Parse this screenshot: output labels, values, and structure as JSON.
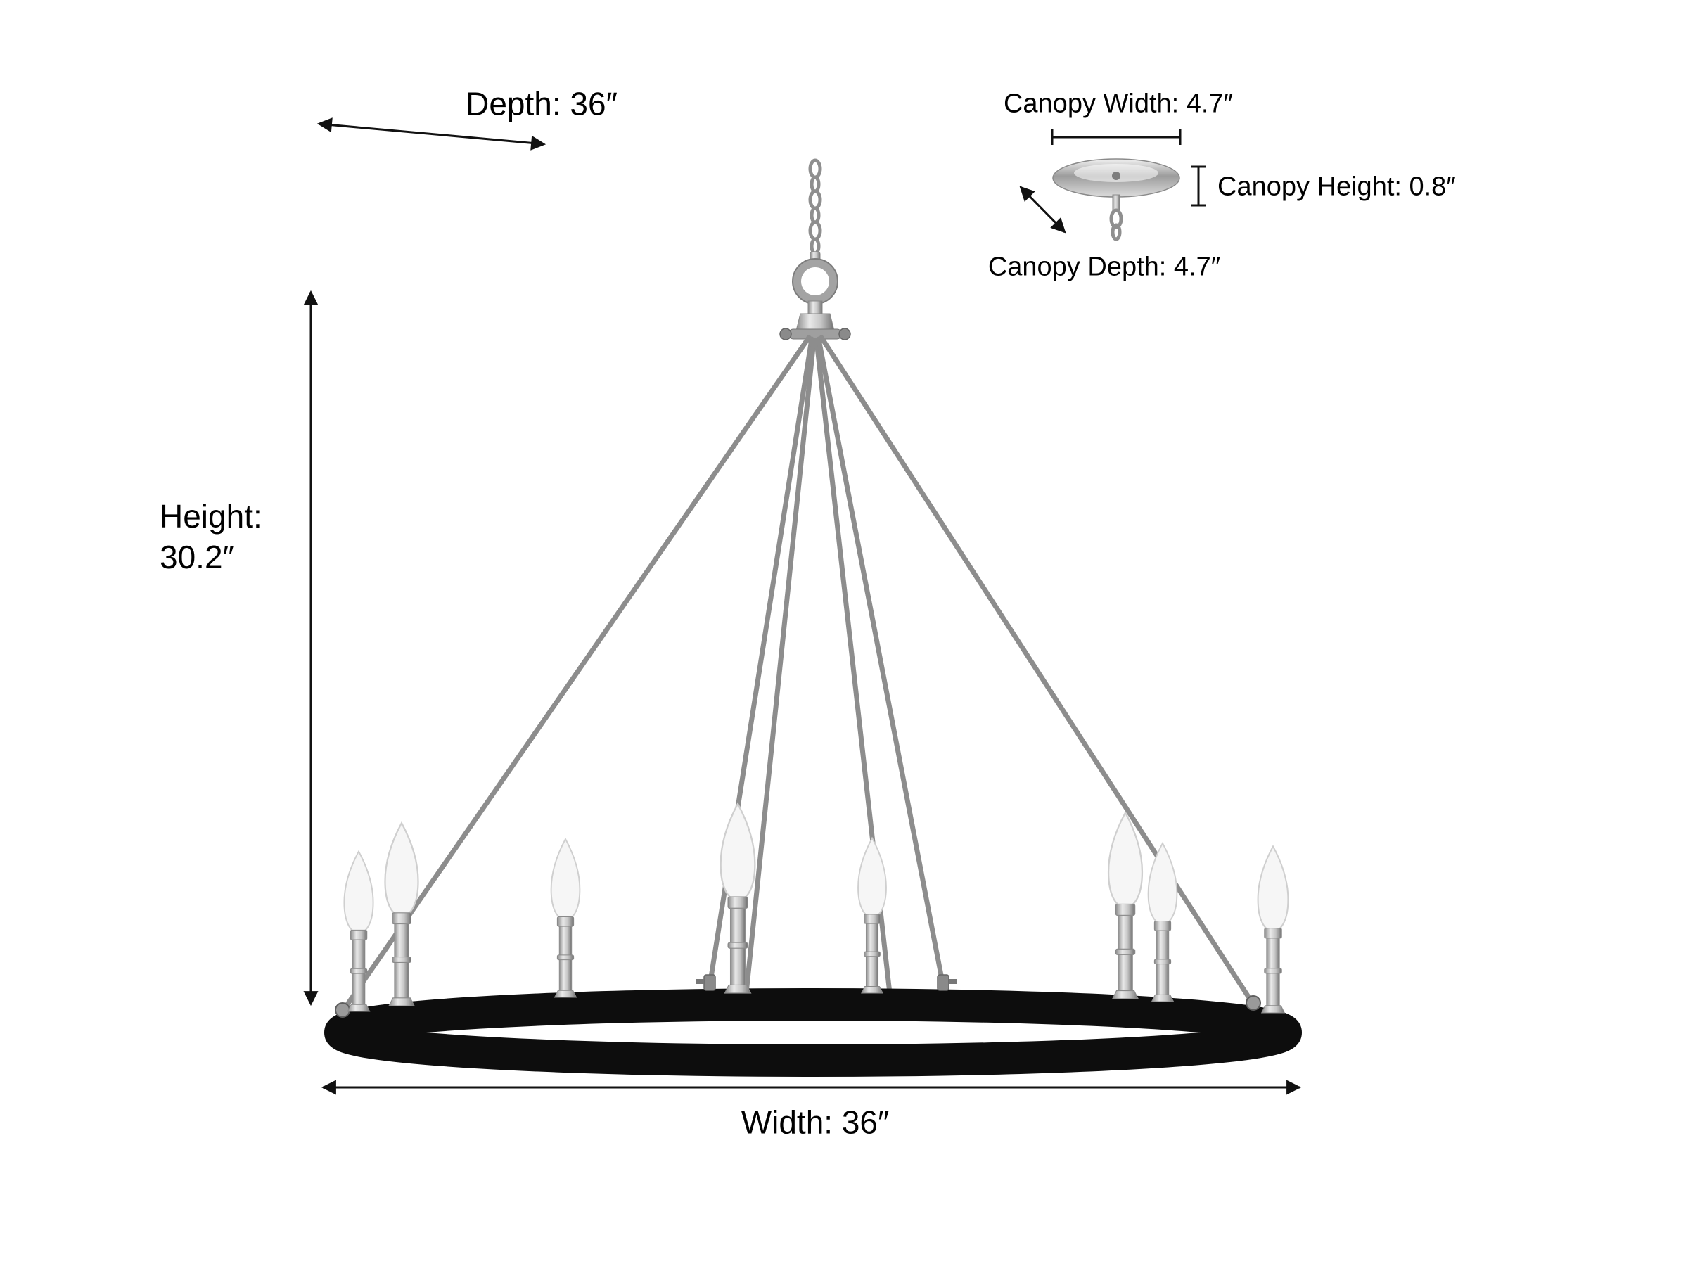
{
  "page": {
    "background": "#ffffff"
  },
  "labels": {
    "depth": "Depth: 36″",
    "height": "Height:",
    "height_value": "30.2″",
    "width": "Width: 36″",
    "canopy_width": "Canopy Width: 4.7″",
    "canopy_height": "Canopy Height: 0.8″",
    "canopy_depth": "Canopy Depth: 4.7″"
  },
  "colors": {
    "text": "#000000",
    "dimension_line": "#111111",
    "ring": "#0d0d0d",
    "metal": "#9a9a9a",
    "bulb": "#f6f6f6"
  }
}
